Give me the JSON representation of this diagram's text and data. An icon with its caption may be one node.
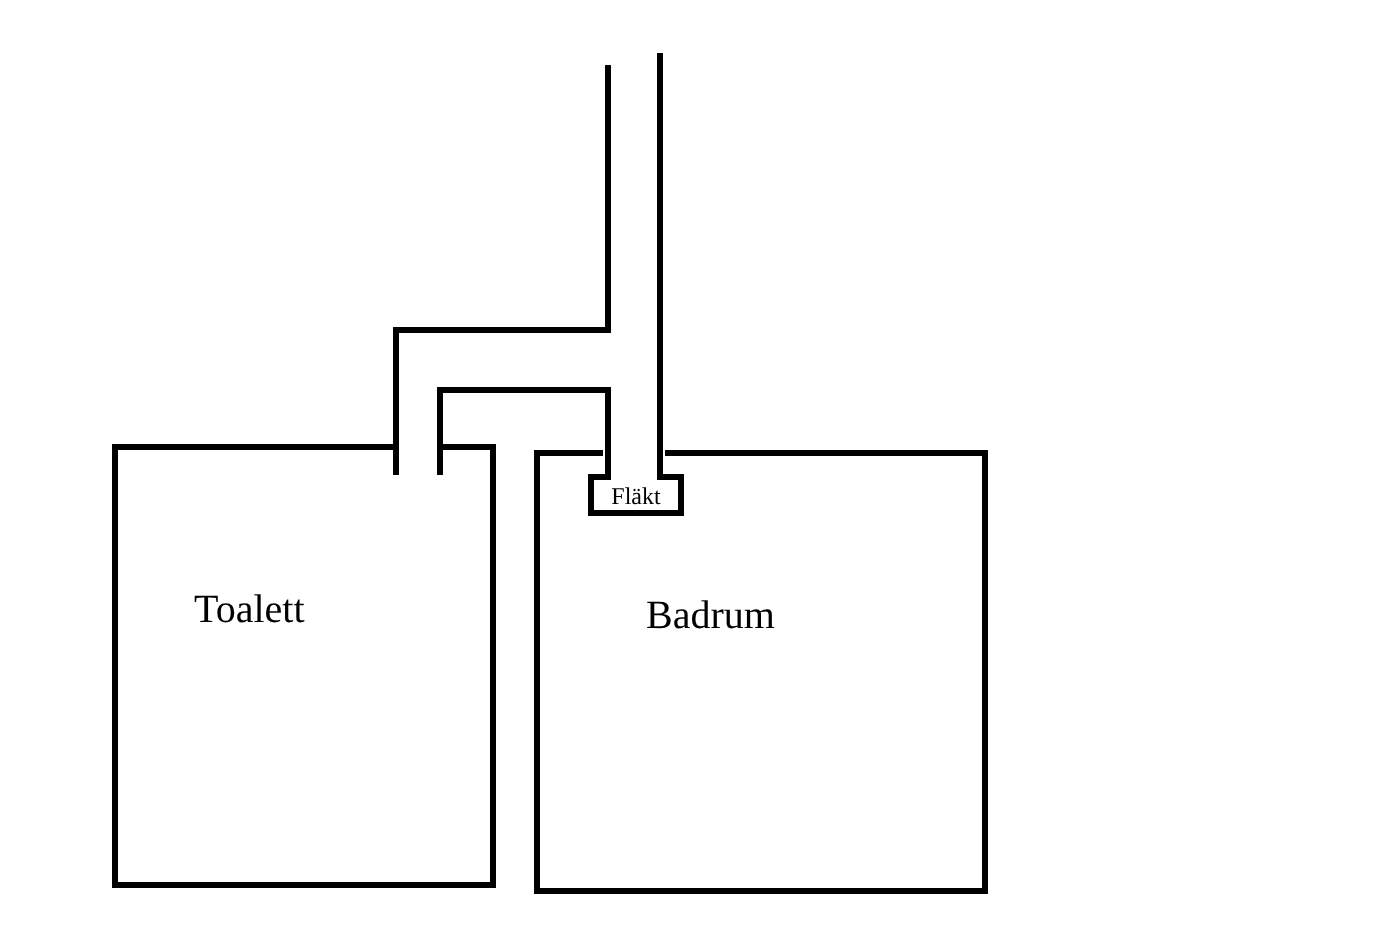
{
  "diagram": {
    "nodes": [
      {
        "text": [
          "Toalett"
        ]
      },
      {
        "text": [
          "Badrum"
        ]
      },
      {
        "text": [
          "Fläkt"
        ],
        "in": 1
      }
    ],
    "edges": [
      {
        "from": 0,
        "to": 2,
        "arrow": "none"
      },
      {
        "from": 2,
        "to": null,
        "arrow": "none"
      },
      {
        "from": 0,
        "to": null,
        "arrow": "none"
      }
    ]
  }
}
